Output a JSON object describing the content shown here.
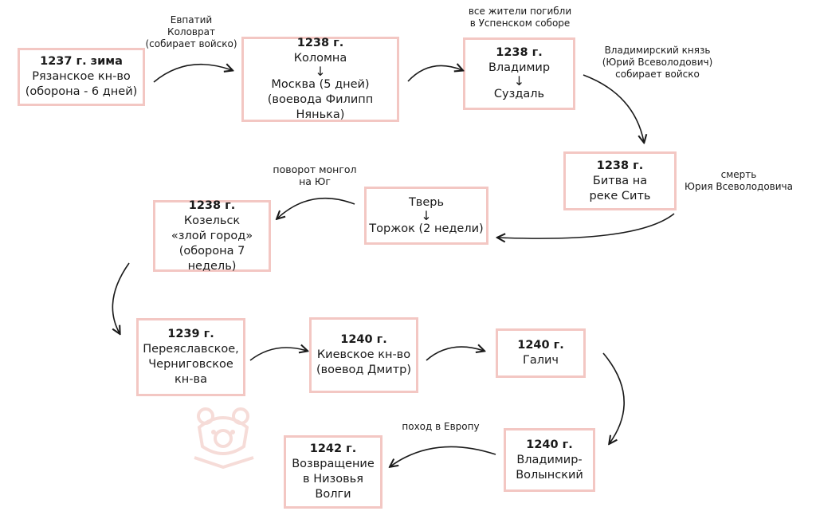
{
  "boxes": {
    "b1": {
      "year": "1237 г. зима",
      "l1": "Рязанское кн-во",
      "l2": "(оборона - 6 дней)"
    },
    "b2": {
      "year": "1238 г.",
      "l1": "Коломна",
      "arrow": "↓",
      "l2": "Москва (5 дней)",
      "l3": "(воевода Филипп Нянька)"
    },
    "b3": {
      "year": "1238 г.",
      "l1": "Владимир",
      "arrow": "↓",
      "l2": "Суздаль"
    },
    "b4": {
      "year": "1238 г.",
      "l1": "Битва на",
      "l2": "реке Сить"
    },
    "b5": {
      "l1": "Тверь",
      "arrow": "↓",
      "l2": "Торжок (2 недели)"
    },
    "b6": {
      "year": "1238 г.",
      "l1": "Козельск",
      "l2": "«злой город»",
      "l3": "(оборона 7 недель)"
    },
    "b7": {
      "year": "1239 г.",
      "l1": "Переяславское,",
      "l2": "Черниговское",
      "l3": "кн-ва"
    },
    "b8": {
      "year": "1240 г.",
      "l1": "Киевское кн-во",
      "l2": "(воевод Дмитр)"
    },
    "b9": {
      "year": "1240 г.",
      "l1": "Галич"
    },
    "b10": {
      "year": "1240 г.",
      "l1": "Владимир-",
      "l2": "Волынский"
    },
    "b11": {
      "year": "1242 г.",
      "l1": "Возвращение",
      "l2": "в Низовья",
      "l3": "Волги"
    }
  },
  "notes": {
    "n1": {
      "l1": "Евпатий",
      "l2": "Коловрат",
      "l3": "(собирает войско)"
    },
    "n2": {
      "l1": "все жители погибли",
      "l2": "в Успенском соборе"
    },
    "n3": {
      "l1": "Владимирский князь",
      "l2": "(Юрий Всеволодович)",
      "l3": "собирает войско"
    },
    "n4": {
      "l1": "смерть",
      "l2": "Юрия Всеволодовича"
    },
    "n5": {
      "l1": "поворот монгол",
      "l2": "на Юг"
    },
    "n6": {
      "l1": "поход в Европу"
    }
  },
  "colors": {
    "box_border": "#f3c7c3",
    "arrow": "#1a1a1a",
    "watermark": "#f6dcd8"
  },
  "icons": {
    "watermark": "bear-head-logo"
  }
}
